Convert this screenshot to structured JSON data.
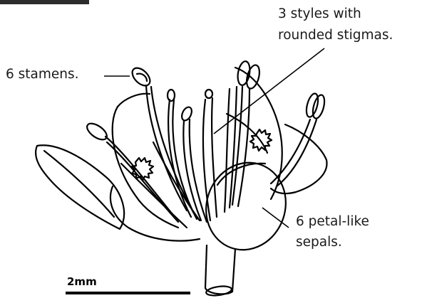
{
  "labels": {
    "styles_line1": "3 styles with",
    "styles_line2": "rounded stigmas.",
    "stamens": "6 stamens.",
    "sepals_line1": "6 petal-like",
    "sepals_line2": "sepals."
  },
  "scale_bar": {
    "label": "2mm"
  },
  "icons": [
    "flower-drawing-icon"
  ],
  "colors": {
    "ink": "#000000",
    "background": "#ffffff"
  }
}
